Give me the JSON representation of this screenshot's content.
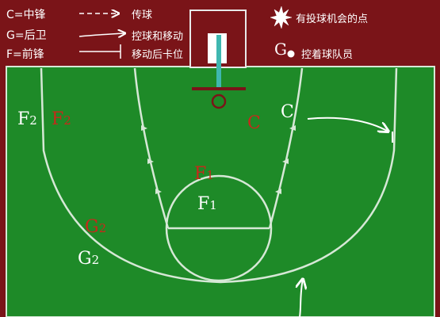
{
  "legend": {
    "left": [
      {
        "key": "C=中锋",
        "symbol": "dashed-arrow",
        "desc": "传球"
      },
      {
        "key": "G=后卫",
        "symbol": "solid-arrow",
        "desc": "控球和移动"
      },
      {
        "key": "F=前锋",
        "symbol": "plain-line-tick",
        "desc": "移动后卡位"
      }
    ],
    "right": [
      {
        "symbol": "starburst-icon",
        "desc": "有投球机会的点"
      },
      {
        "symbol_text": "G",
        "desc": "控着球队员"
      }
    ]
  },
  "players": [
    {
      "id": "f2-white",
      "main": "F",
      "sub": "2",
      "color": "white"
    },
    {
      "id": "f2-red",
      "main": "F",
      "sub": "2",
      "color": "red"
    },
    {
      "id": "c-red",
      "main": "C",
      "sub": "",
      "color": "red"
    },
    {
      "id": "c-white",
      "main": "C",
      "sub": "",
      "color": "white"
    },
    {
      "id": "f1-red",
      "main": "F",
      "sub": "1",
      "color": "red"
    },
    {
      "id": "f1-white",
      "main": "F",
      "sub": "1",
      "color": "white"
    },
    {
      "id": "g2-red",
      "main": "G",
      "sub": "2",
      "color": "red"
    },
    {
      "id": "g2-white",
      "main": "G",
      "sub": "2",
      "color": "white"
    }
  ],
  "colors": {
    "background": "#7a1418",
    "court": "#1e8a28",
    "lines": "#d6e8d6",
    "red_label": "#c8281a",
    "arrow": "#ffffff"
  }
}
